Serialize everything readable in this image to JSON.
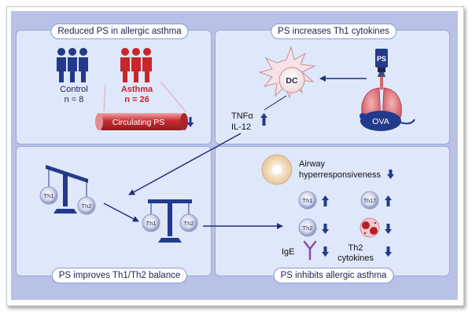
{
  "panels": {
    "reduced": {
      "title": "Reduced PS in allergic asthma",
      "control_label": "Control",
      "control_n": "n = 8",
      "asthma_label": "Asthma",
      "asthma_n": "n = 26",
      "circulating": "Circulating PS"
    },
    "increases": {
      "title": "PS increases Th1 cytokines",
      "dc": "DC",
      "ps": "PS",
      "ova": "OVA",
      "tnf": "TNFα",
      "il12": "IL-12"
    },
    "balance": {
      "title": "PS improves Th1/Th2 balance",
      "th1": "Th1",
      "th2": "Th2"
    },
    "inhibits": {
      "title": "PS inhibits allergic asthma",
      "airway_line1": "Airway",
      "airway_line2": "hyperresponsiveness",
      "th1": "Th1",
      "th2": "Th2",
      "th17": "Th17",
      "ige": "IgE",
      "cytokines_line1": "Th2",
      "cytokines_line2": "cytokines"
    }
  },
  "colors": {
    "control_people": "#233a8c",
    "asthma_people": "#c8262b",
    "panel_bg": "#dfe7fb",
    "stage_bg": "#b8c2e6",
    "arrow": "#1f2f7a"
  }
}
